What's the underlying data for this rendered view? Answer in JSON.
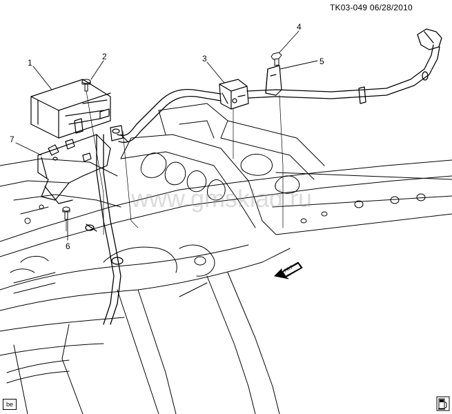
{
  "header": {
    "ref": "TK03-049",
    "date": "06/28/2010"
  },
  "callouts": {
    "c1": "1",
    "c2": "2",
    "c3": "3",
    "c4": "4",
    "c5": "5",
    "c6": "6",
    "c7": "7"
  },
  "direction_label": "FRT",
  "watermark": "www.gmsklad.ru",
  "footer": {
    "badge": "be"
  },
  "icons": {
    "corner": "fuel-pump-icon",
    "direction": "front-arrow-icon"
  }
}
